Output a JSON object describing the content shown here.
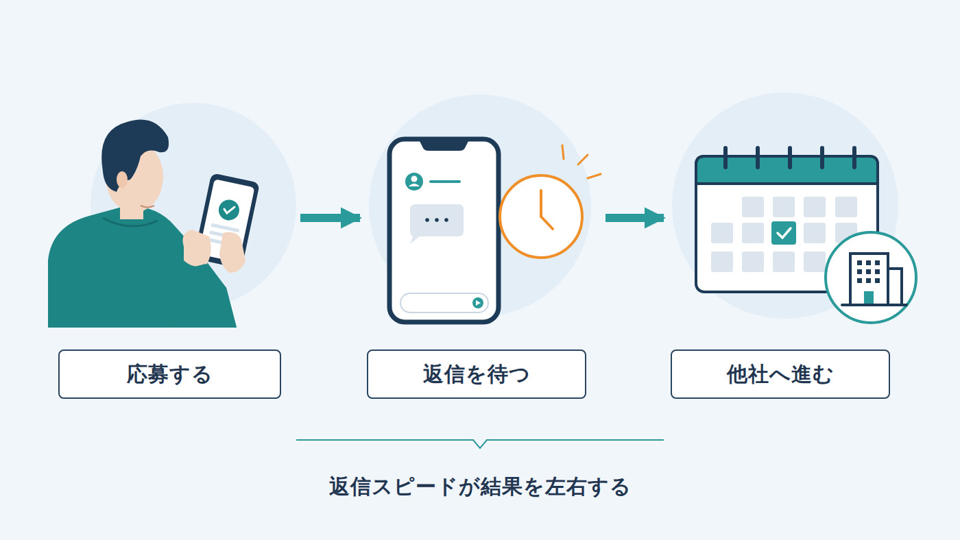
{
  "diagram": {
    "caption": "返信スピードが結果を左右する",
    "nodes": [
      {
        "text": [
          "応募する"
        ]
      },
      {
        "text": [
          "返信を待つ"
        ]
      },
      {
        "text": [
          "他社へ進む"
        ]
      }
    ],
    "edges": [
      {
        "from": 0,
        "to": 1,
        "arrow": "to"
      },
      {
        "from": 1,
        "to": 2,
        "arrow": "to"
      }
    ]
  }
}
